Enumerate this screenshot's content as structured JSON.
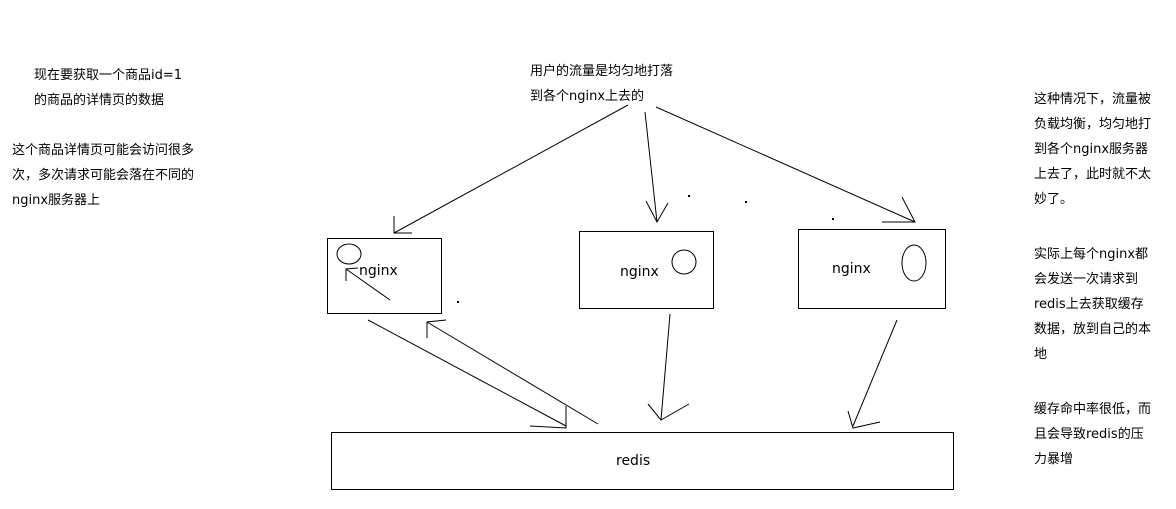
{
  "notes": {
    "top_left_1": "现在要获取一个商品id=1\n的商品的详情页的数据",
    "top_left_2": "这个商品详情页可能会访问很多\n次，多次请求可能会落在不同的\nnginx服务器上",
    "top_center": "用户的流量是均匀地打落\n到各个nginx上去的",
    "right_1": "这种情况下，流量被\n负载均衡，均匀地打\n到各个nginx服务器\n上去了，此时就不太\n妙了。",
    "right_2": "实际上每个nginx都\n会发送一次请求到\nredis上去获取缓存\n数据，放到自己的本\n地",
    "right_3": "缓存命中率很低，而\n且会导致redis的压\n力暴增"
  },
  "nodes": {
    "nginx_1": "nginx",
    "nginx_2": "nginx",
    "nginx_3": "nginx",
    "redis": "redis"
  }
}
